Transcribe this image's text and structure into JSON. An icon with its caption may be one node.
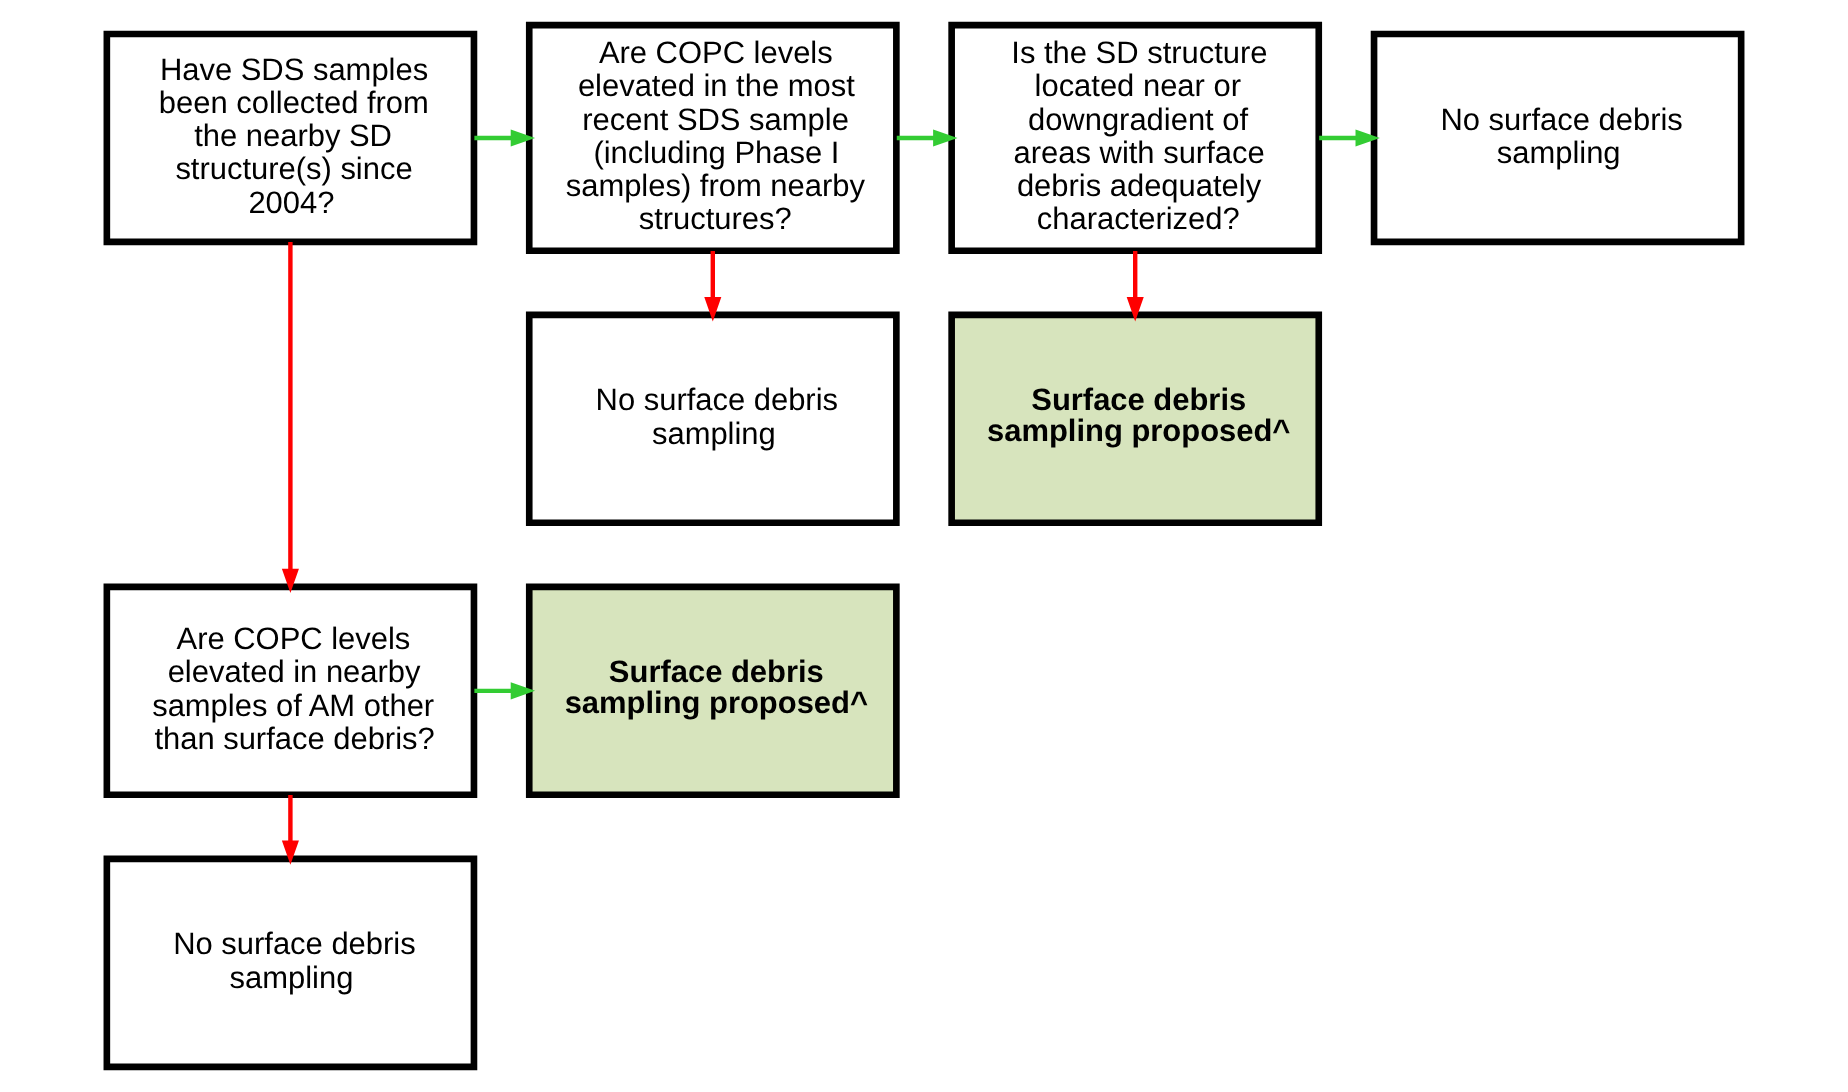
{
  "diagram": {
    "nodes": [
      {
        "text": [
          "Have SDS samples been collected from the nearby SD structure(s) since 2004?"
        ]
      },
      {
        "text": [
          "Are COPC levels elevated in the most recent SDS sample (including Phase I samples) from nearby structures?"
        ]
      },
      {
        "text": [
          "Is the SD structure located near or downgradient of areas with surface debris adequately characterized?"
        ]
      },
      {
        "text": [
          "No surface debris sampling"
        ]
      },
      {
        "text": [
          "No surface debris sampling"
        ]
      },
      {
        "text": [
          "Surface debris sampling proposed^"
        ]
      },
      {
        "text": [
          "Are COPC levels elevated in nearby samples of AM other than surface debris?"
        ]
      },
      {
        "text": [
          "Surface debris sampling proposed^"
        ]
      },
      {
        "text": [
          "No surface debris sampling"
        ]
      }
    ],
    "edges": [
      {
        "from": 0,
        "to": 1,
        "arrow": "to",
        "color": "#33cc33"
      },
      {
        "from": 1,
        "to": 2,
        "arrow": "to",
        "color": "#33cc33"
      },
      {
        "from": 2,
        "to": 4,
        "arrow": "to",
        "color": "#33cc33"
      },
      {
        "from": 1,
        "to": 3,
        "arrow": "to",
        "color": "#ff0000"
      },
      {
        "from": 2,
        "to": 5,
        "arrow": "to",
        "color": "#ff0000"
      },
      {
        "from": 0,
        "to": 6,
        "arrow": "to",
        "color": "#ff0000"
      },
      {
        "from": 6,
        "to": 7,
        "arrow": "to",
        "color": "#33cc33"
      },
      {
        "from": 6,
        "to": 8,
        "arrow": "to",
        "color": "#ff0000"
      }
    ]
  }
}
